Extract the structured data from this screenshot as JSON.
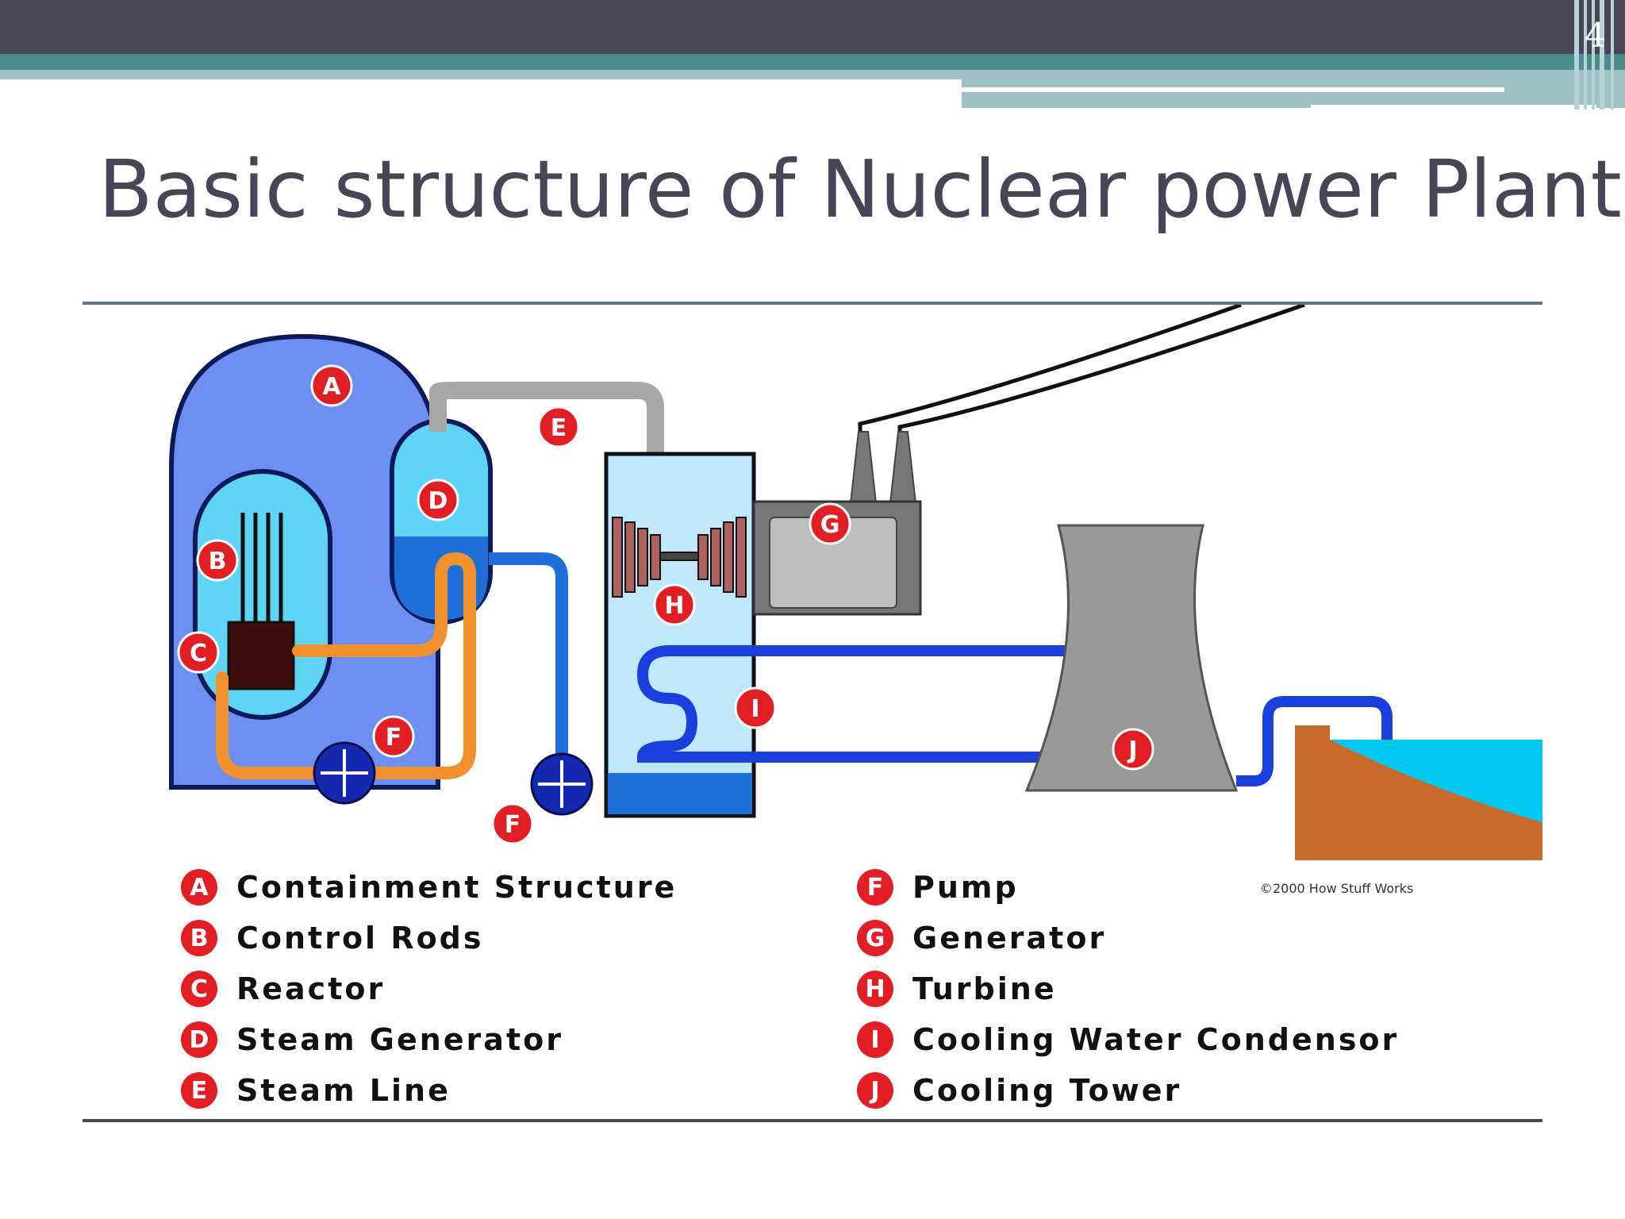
{
  "slide": {
    "page_number": "4",
    "title": "Basic structure of Nuclear power Plant",
    "colors": {
      "header_bar": "#474657",
      "teal": "#4a8a8c",
      "title_text": "#474657",
      "badge_red": "#e01e24",
      "containment_blue": "#6d8ff2",
      "water_cyan": "#5fd4f5",
      "coolant_orange": "#f0912e",
      "pipe_blue": "#1f6fd8",
      "condensor_blue": "#1a3fdc",
      "tower_gray": "#999999",
      "earth_brown": "#c86a2c"
    }
  },
  "diagram": {
    "markers": [
      "A",
      "B",
      "C",
      "D",
      "E",
      "F",
      "F",
      "G",
      "H",
      "I",
      "J"
    ],
    "legend_left": [
      {
        "letter": "A",
        "label": "Containment Structure"
      },
      {
        "letter": "B",
        "label": "Control Rods"
      },
      {
        "letter": "C",
        "label": "Reactor"
      },
      {
        "letter": "D",
        "label": "Steam Generator"
      },
      {
        "letter": "E",
        "label": "Steam Line"
      }
    ],
    "legend_right": [
      {
        "letter": "F",
        "label": "Pump"
      },
      {
        "letter": "G",
        "label": "Generator"
      },
      {
        "letter": "H",
        "label": "Turbine"
      },
      {
        "letter": "I",
        "label": "Cooling Water Condensor"
      },
      {
        "letter": "J",
        "label": "Cooling Tower"
      }
    ],
    "copyright": "©2000 How Stuff Works"
  }
}
